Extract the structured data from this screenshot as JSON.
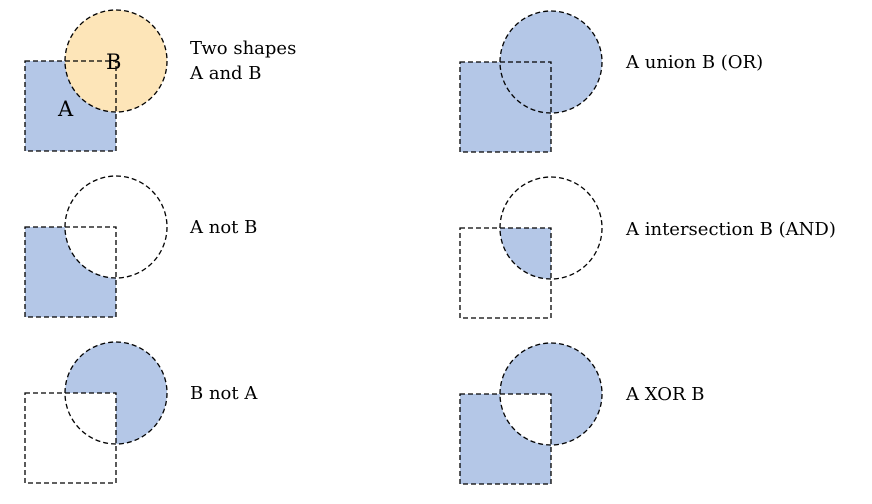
{
  "colors": {
    "shape_a_fill": "#b4c7e7",
    "shape_b_fill": "#fde5b8",
    "result_fill": "#b4c7e7",
    "outline": "#000000"
  },
  "panels": {
    "two_shapes": {
      "caption_line1": "Two shapes",
      "caption_line2": "A and B",
      "label_a": "A",
      "label_b": "B"
    },
    "a_not_b": {
      "caption": "A not B"
    },
    "b_not_a": {
      "caption": "B not A"
    },
    "union": {
      "caption": "A union B (OR)"
    },
    "intersection": {
      "caption": "A intersection B (AND)"
    },
    "xor": {
      "caption": "A XOR B"
    }
  }
}
